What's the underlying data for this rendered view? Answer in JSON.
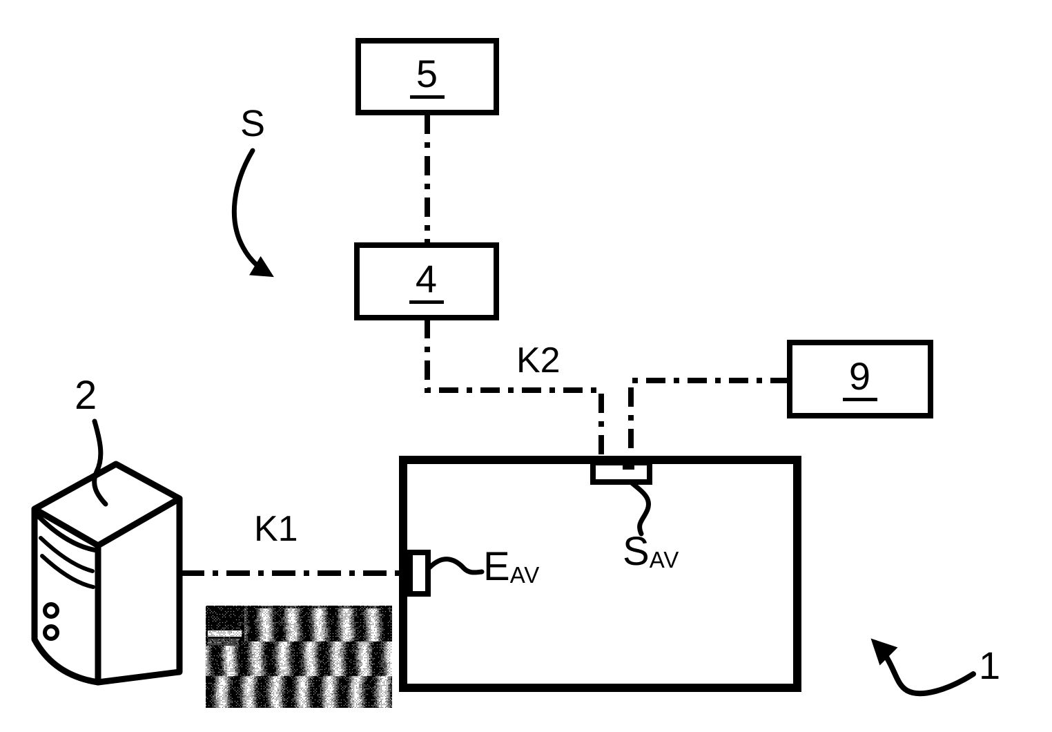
{
  "figure": {
    "kind": "patent-style block diagram",
    "colors": {
      "ink": "#000000",
      "paper": "#ffffff"
    },
    "boxes": {
      "b5": {
        "label": "5"
      },
      "b4": {
        "label": "4"
      },
      "b9": {
        "label": "9"
      }
    },
    "device_box": {
      "ref_label": "1"
    },
    "computer": {
      "ref_label": "2"
    },
    "links": {
      "k1": "K1",
      "k2": "K2",
      "chain": "S"
    },
    "ports": {
      "input": {
        "main": "E",
        "sub": "AV"
      },
      "output": {
        "main": "S",
        "sub": "AV"
      }
    },
    "icons": {
      "computer_tower": "computer-tower-icon",
      "distorted_frame": "distorted-video-frame"
    }
  }
}
